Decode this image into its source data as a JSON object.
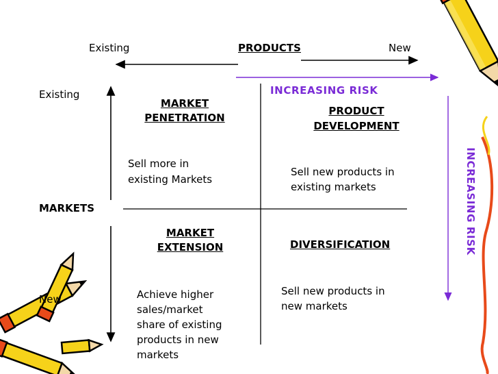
{
  "header": {
    "products_existing": "Existing",
    "products_title": "PRODUCTS",
    "products_new": "New"
  },
  "markets": {
    "existing": "Existing",
    "title": "MARKETS",
    "new": "New"
  },
  "risk": {
    "horizontal": "INCREASING RISK",
    "vertical": "INCREASING RISK"
  },
  "quadrants": {
    "penetration": {
      "title_line1": "MARKET",
      "title_line2": "PENETRATION",
      "desc": [
        "Sell more in",
        "existing Markets"
      ]
    },
    "development": {
      "title_line1": "PRODUCT",
      "title_line2": "DEVELOPMENT",
      "desc": [
        "Sell new products in",
        "existing markets"
      ]
    },
    "extension": {
      "title_line1": "MARKET",
      "title_line2": "EXTENSION",
      "desc": [
        "Achieve higher",
        "sales/market",
        "share of existing",
        "products in new",
        "markets"
      ]
    },
    "diversification": {
      "title": "DIVERSIFICATION",
      "desc": [
        "Sell new products in",
        "new markets"
      ]
    }
  },
  "colors": {
    "risk": "#7a2bd6",
    "pencil_body": "#f6d21a",
    "pencil_tip": "#e84a1a",
    "arrow": "#000000"
  },
  "icons": [
    "pencil-icon-top-right",
    "pencil-icon-right-scribble",
    "pencils-icon-bottom-left"
  ]
}
